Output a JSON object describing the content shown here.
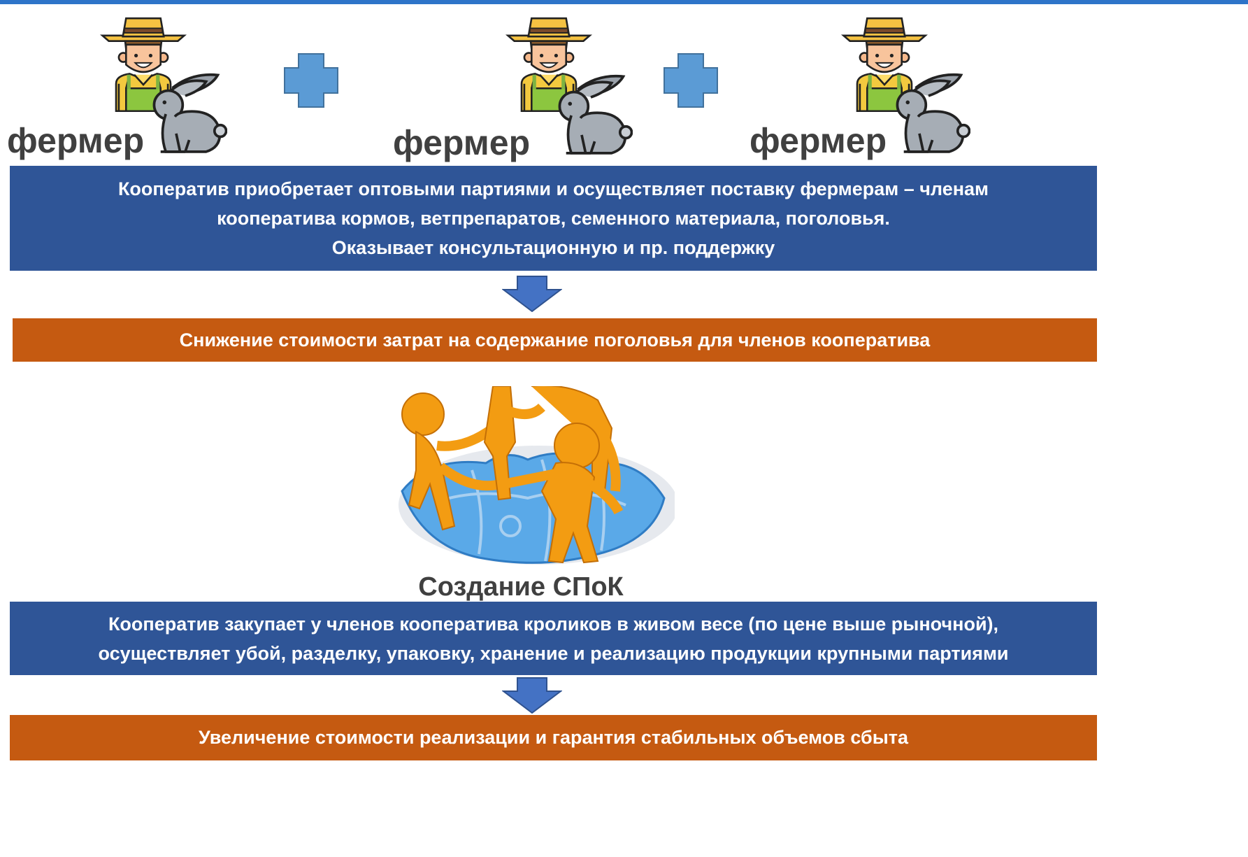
{
  "farmers": [
    {
      "label": "фермер",
      "icon": "farmer-with-rabbit-icon"
    },
    {
      "label": "фермер",
      "icon": "farmer-with-rabbit-icon"
    },
    {
      "label": "фермер",
      "icon": "farmer-with-rabbit-icon"
    }
  ],
  "plus_icon": "plus-icon",
  "box1": {
    "lines": [
      "Кооператив приобретает оптовыми партиями и осуществляет поставку фермерам – членам",
      "кооператива кормов, ветпрепаратов, семенного материала, поголовья.",
      "Оказывает консультационную и пр. поддержку"
    ]
  },
  "box2": {
    "text": "Снижение стоимости затрат на содержание поголовья для членов кооператива"
  },
  "spok": {
    "caption": "Создание СПоК",
    "image": "people-on-puzzle-image"
  },
  "box3": {
    "lines": [
      "Кооператив закупает у членов кооператива кроликов в живом весе (по цене выше рыночной),",
      "осуществляет убой, разделку, упаковку, хранение и реализацию продукции крупными партиями"
    ]
  },
  "box4": {
    "text": "Увеличение стоимости реализации и гарантия стабильных объемов сбыта"
  },
  "colors": {
    "blue_box": "#2f5597",
    "orange_box": "#c55a11",
    "arrow": "#4472c4",
    "plus": "#5b9bd5",
    "top_line": "#2e74c9"
  }
}
